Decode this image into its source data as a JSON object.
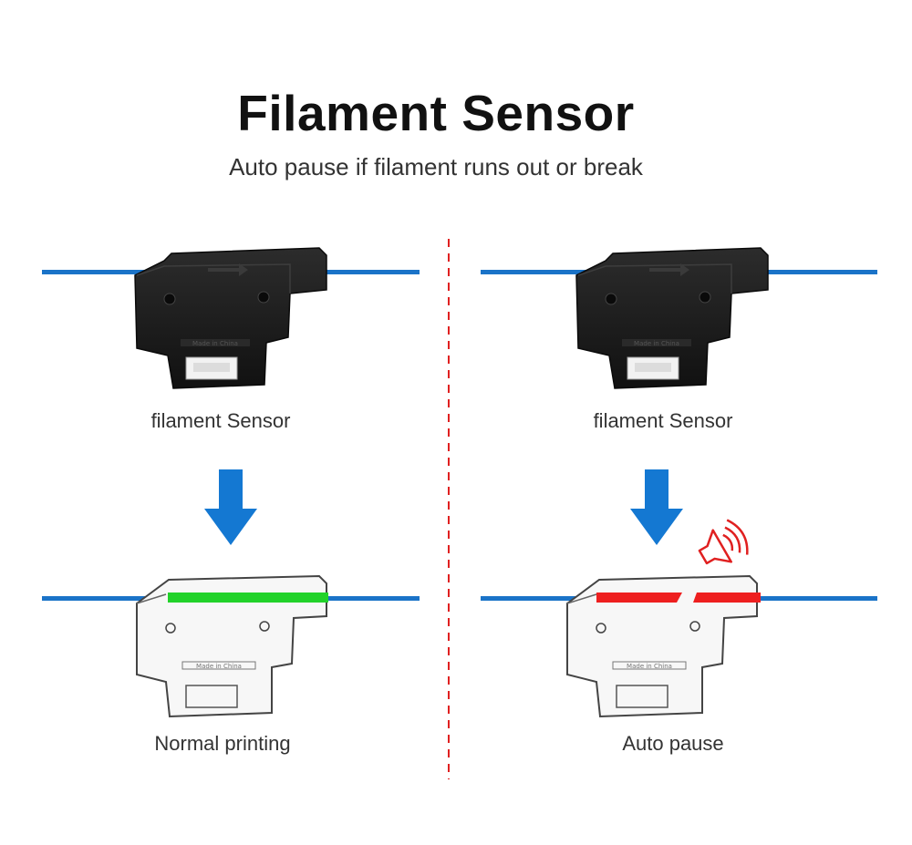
{
  "header": {
    "title": "Filament Sensor",
    "subtitle": "Auto pause if filament runs out or break"
  },
  "left_panel": {
    "sensor_label": "filament Sensor",
    "result_label": "Normal printing"
  },
  "right_panel": {
    "sensor_label": "filament Sensor",
    "result_label": "Auto pause"
  },
  "module_marking": "Made in China",
  "colors": {
    "filament": "#1a73c8",
    "arrow": "#1478d2",
    "ok": "#22d22a",
    "break": "#ee1f1f",
    "divider": "#e02020",
    "alarm": "#e02020"
  }
}
